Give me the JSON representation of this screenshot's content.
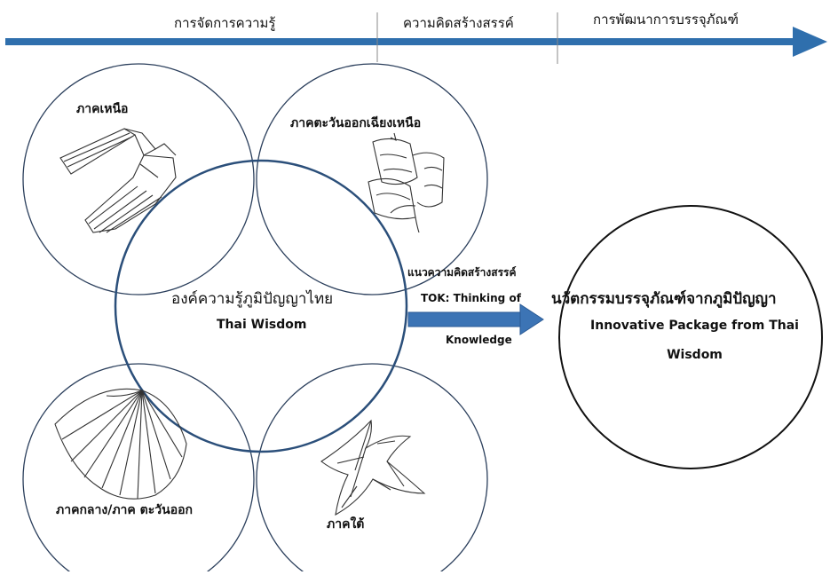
{
  "timeline": {
    "stage_1": "การจัดการความรู้",
    "stage_2": "ความคิดสร้างสรรค์",
    "stage_3": "การพัฒนาการบรรจุภัณฑ์",
    "color": "#2f6fad"
  },
  "regions": {
    "north": "ภาคเหนือ",
    "northeast": "ภาคตะวันออกเฉียงเหนือ",
    "central_east": "ภาคกลาง/ภาค ตะวันออก",
    "south": "ภาคใต้"
  },
  "center": {
    "title_th": "องค์ความรู้ภูมิปัญญาไทย",
    "title_en": "Thai Wisdom",
    "border_color": "#2b4f7a"
  },
  "concept": {
    "line_1": "แนวความคิดสร้างสรรค์",
    "line_2": "TOK: Thinking of",
    "line_3": "Knowledge",
    "arrow_color": "#3c74b5"
  },
  "result": {
    "title_th": "นวัตกรรมบรรจุภัณฑ์จากภูมิปัญญา",
    "line_en_1": "Innovative Package from Thai",
    "line_en_2": "Wisdom"
  }
}
